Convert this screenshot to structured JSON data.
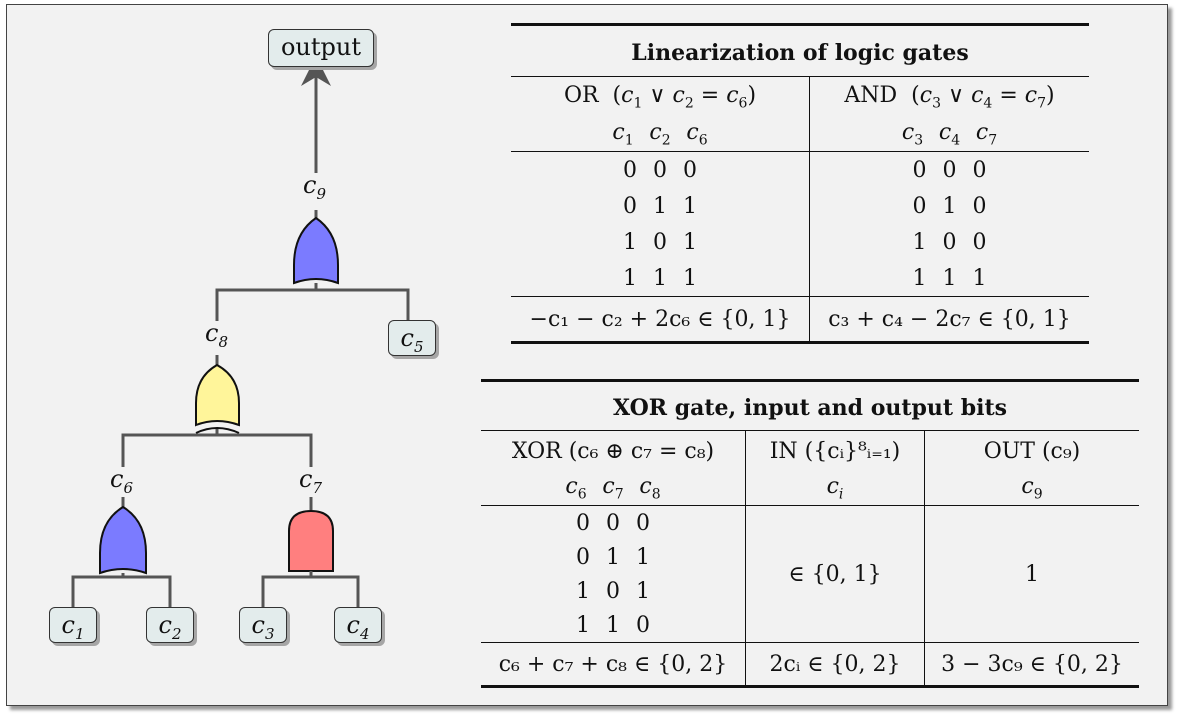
{
  "diagram": {
    "output_label": "output",
    "wire_labels": {
      "c9": {
        "base": "c",
        "sub": "9"
      },
      "c8": {
        "base": "c",
        "sub": "8"
      },
      "c6": {
        "base": "c",
        "sub": "6"
      },
      "c7": {
        "base": "c",
        "sub": "7"
      }
    },
    "input_nodes": {
      "c5": {
        "base": "c",
        "sub": "5"
      },
      "c1": {
        "base": "c",
        "sub": "1"
      },
      "c2": {
        "base": "c",
        "sub": "2"
      },
      "c3": {
        "base": "c",
        "sub": "3"
      },
      "c4": {
        "base": "c",
        "sub": "4"
      }
    },
    "gate_colors": {
      "or": "#7b7bff",
      "xor": "#fff59a",
      "and": "#ff7f7f"
    }
  },
  "table1": {
    "title": "Linearization of logic gates",
    "or_header": {
      "name": "OR",
      "expr_a": "c",
      "a_sub": "1",
      "op": "∨",
      "expr_b": "c",
      "b_sub": "2",
      "eq": "=",
      "expr_c": "c",
      "c_sub": "6"
    },
    "and_header": {
      "name": "AND",
      "expr_a": "c",
      "a_sub": "3",
      "op": "∨",
      "expr_b": "c",
      "b_sub": "4",
      "eq": "=",
      "expr_c": "c",
      "c_sub": "7"
    },
    "or_vars": [
      {
        "b": "c",
        "s": "1"
      },
      {
        "b": "c",
        "s": "2"
      },
      {
        "b": "c",
        "s": "6"
      }
    ],
    "and_vars": [
      {
        "b": "c",
        "s": "3"
      },
      {
        "b": "c",
        "s": "4"
      },
      {
        "b": "c",
        "s": "7"
      }
    ],
    "or_rows": [
      [
        "0",
        "0",
        "0"
      ],
      [
        "0",
        "1",
        "1"
      ],
      [
        "1",
        "0",
        "1"
      ],
      [
        "1",
        "1",
        "1"
      ]
    ],
    "and_rows": [
      [
        "0",
        "0",
        "0"
      ],
      [
        "0",
        "1",
        "0"
      ],
      [
        "1",
        "0",
        "0"
      ],
      [
        "1",
        "1",
        "1"
      ]
    ],
    "or_constraint": "−c₁ − c₂ + 2c₆ ∈ {0, 1}",
    "and_constraint": "c₃ + c₄ − 2c₇ ∈ {0, 1}"
  },
  "table2": {
    "title": "XOR gate, input and output bits",
    "xor_header": "XOR (c₆ ⊕ c₇ = c₈)",
    "in_header": "IN ({cᵢ}⁸ᵢ₌₁)",
    "out_header": "OUT (c₉)",
    "xor_vars": [
      {
        "b": "c",
        "s": "6"
      },
      {
        "b": "c",
        "s": "7"
      },
      {
        "b": "c",
        "s": "8"
      }
    ],
    "in_var": {
      "b": "c",
      "s": "i"
    },
    "out_var": {
      "b": "c",
      "s": "9"
    },
    "xor_rows": [
      [
        "0",
        "0",
        "0"
      ],
      [
        "0",
        "1",
        "1"
      ],
      [
        "1",
        "0",
        "1"
      ],
      [
        "1",
        "1",
        "0"
      ]
    ],
    "in_value": "∈ {0, 1}",
    "out_value": "1",
    "xor_constraint": "c₆ + c₇ + c₈ ∈ {0, 2}",
    "in_constraint": "2cᵢ ∈ {0, 2}",
    "out_constraint": "3 − 3c₉ ∈ {0, 2}"
  }
}
